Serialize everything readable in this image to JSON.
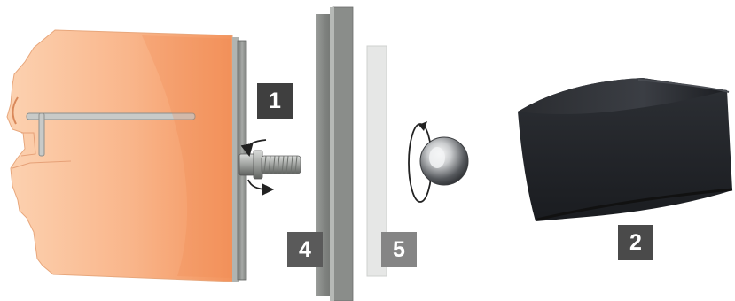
{
  "labels": {
    "one": "1",
    "two": "2",
    "four": "4",
    "five": "5"
  },
  "icons": [
    "housing",
    "mounting-plate",
    "bolt-screw",
    "wall-panel",
    "glass-panel",
    "metal-ball",
    "rubber-cap",
    "rotation-arrow"
  ],
  "colors": {
    "housing_light": "#fbc8a4",
    "housing_dark": "#f3965f",
    "label_dark": "#3f3f3f",
    "label_mid": "#5a5a5a",
    "label_light": "#858585",
    "panel_gray": "#8f928f",
    "cap_black": "#25272c"
  }
}
